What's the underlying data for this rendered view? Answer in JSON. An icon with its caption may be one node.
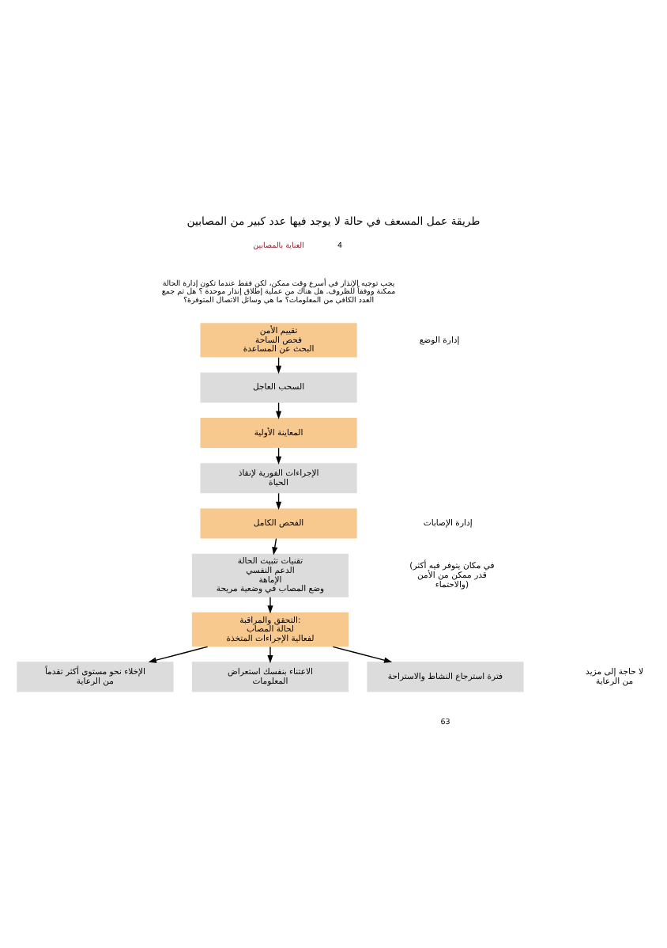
{
  "diagram": {
    "title": "طريقة عمل المسعف في حالة لا يوجد فيها عدد كبير من المصابين",
    "nodes": [
      {
        "text": [
          "تقييم الأمن",
          "فحص الساحة",
          "البحث عن المساعدة"
        ]
      },
      {
        "text": [
          "السحب العاجل"
        ]
      },
      {
        "text": [
          "المعاينة الأولية"
        ]
      },
      {
        "text": [
          "الإجراءات الفورية لإنقاذ الحياة"
        ]
      },
      {
        "text": [
          "الفحص الكامل"
        ]
      },
      {
        "text": [
          "تقنيات تثبيت الحالة",
          "الدعم النفسي",
          "الإماهة",
          "وضع المصاب في وضعية مريحة"
        ]
      },
      {
        "text": [
          "التحقق والمراقبة:",
          "لحالة المصاب",
          "لفعالية الإجراءات المتخذة"
        ]
      },
      {
        "text": [
          "الإخلاء نحو مستوى أكثر تقدماً من الرعاية"
        ]
      },
      {
        "text": [
          "الاعتناء بنفسك استعراض المعلومات"
        ]
      },
      {
        "text": [
          "فترة استرجاع النشاط والاستراحة"
        ]
      }
    ],
    "edges": [
      {
        "from": 0,
        "to": 1,
        "arrow": "to"
      },
      {
        "from": 1,
        "to": 2,
        "arrow": "to"
      },
      {
        "from": 2,
        "to": 3,
        "arrow": "to"
      },
      {
        "from": 3,
        "to": 4,
        "arrow": "to"
      },
      {
        "from": 4,
        "to": 5,
        "arrow": "to"
      },
      {
        "from": 5,
        "to": 6,
        "arrow": "to"
      },
      {
        "from": 6,
        "to": 7,
        "arrow": "to"
      },
      {
        "from": 6,
        "to": 8,
        "arrow": "to"
      },
      {
        "from": 6,
        "to": 9,
        "arrow": "to"
      }
    ],
    "labels": [
      "العناية بالمصابين",
      "4",
      "يجب توجيه الإنذار في أسرع وقت ممكن، لكن فقط عندما تكون إدارة الحالة ممكنة ووفقاً للظروف. هل هناك من عملية إطلاق إنذار موحدة ؟ هل تم جمع العدد الكافي من المعلومات؟ ما هي وسائل الاتصال المتوفرة؟",
      "إدارة الوضع",
      "إدارة الإصابات",
      "(في مكان يتوفر فيه أكثر قدر ممكن من الأمن والاحتماء)",
      "لا حاجة إلى مزيد من الرعاية",
      "63"
    ]
  }
}
